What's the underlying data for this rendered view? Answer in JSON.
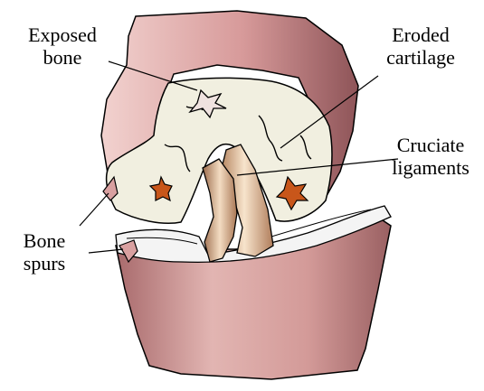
{
  "labels": {
    "exposed_bone": {
      "line1": "Exposed",
      "line2": "bone"
    },
    "eroded_cartilage": {
      "line1": "Eroded",
      "line2": "cartilage"
    },
    "cruciate_ligaments": {
      "line1": "Cruciate",
      "line2": "ligaments"
    },
    "bone_spurs": {
      "line1": "Bone",
      "line2": "spurs"
    }
  },
  "colors": {
    "bone_pink": "#d9a0a0",
    "bone_shadow": "#8a4e50",
    "cartilage": "#f1efe0",
    "ligament": "#c8a07c",
    "lesion": "#c8561a",
    "meniscus": "#f4f4f4",
    "outline": "#000000"
  }
}
